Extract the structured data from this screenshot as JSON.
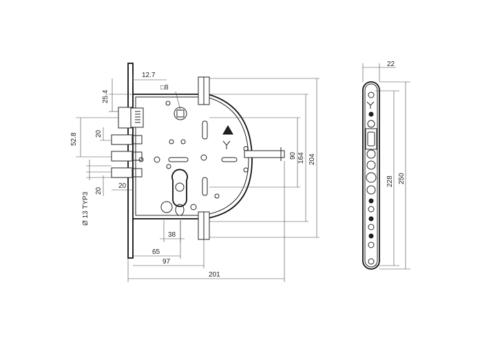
{
  "dimensions": {
    "d12_7": "12.7",
    "sq8": "□8",
    "d25_4": "25.4",
    "d52_8": "52.8",
    "d20_top": "20",
    "d20_mid": "20",
    "d20_bottom": "20",
    "d13": "Ø 13 TYP3",
    "d38": "38",
    "d65": "65",
    "d97": "97",
    "d201": "201",
    "d90": "90",
    "d164": "164",
    "d204": "204",
    "d22": "22",
    "d228": "228",
    "d250": "250"
  },
  "colors": {
    "line": "#222222",
    "background": "#ffffff"
  }
}
